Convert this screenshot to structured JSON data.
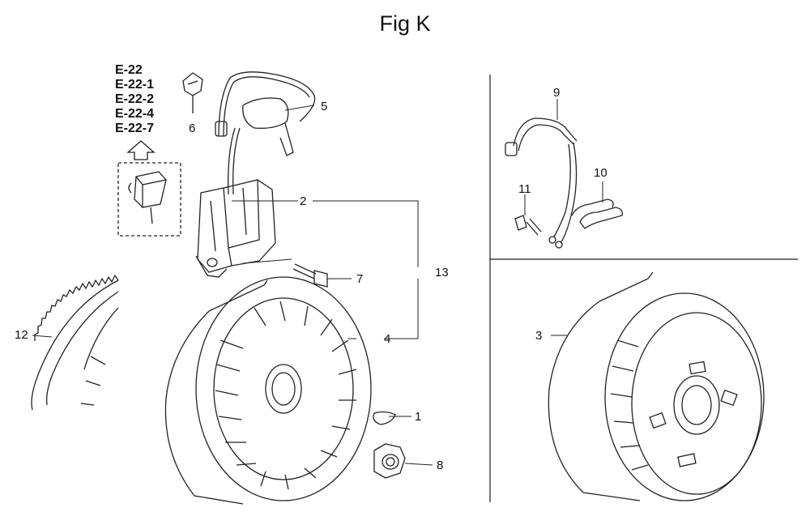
{
  "figure": {
    "title": "Fig K",
    "references": [
      "E-22",
      "E-22-1",
      "E-22-2",
      "E-22-4",
      "E-22-7"
    ]
  },
  "callouts": [
    {
      "id": "1",
      "label": "1"
    },
    {
      "id": "2",
      "label": "2"
    },
    {
      "id": "3",
      "label": "3"
    },
    {
      "id": "4",
      "label": "4"
    },
    {
      "id": "5",
      "label": "5"
    },
    {
      "id": "6",
      "label": "6"
    },
    {
      "id": "7",
      "label": "7"
    },
    {
      "id": "8",
      "label": "8"
    },
    {
      "id": "9",
      "label": "9"
    },
    {
      "id": "10",
      "label": "10"
    },
    {
      "id": "11",
      "label": "11"
    },
    {
      "id": "12",
      "label": "12"
    },
    {
      "id": "13",
      "label": "13"
    }
  ]
}
